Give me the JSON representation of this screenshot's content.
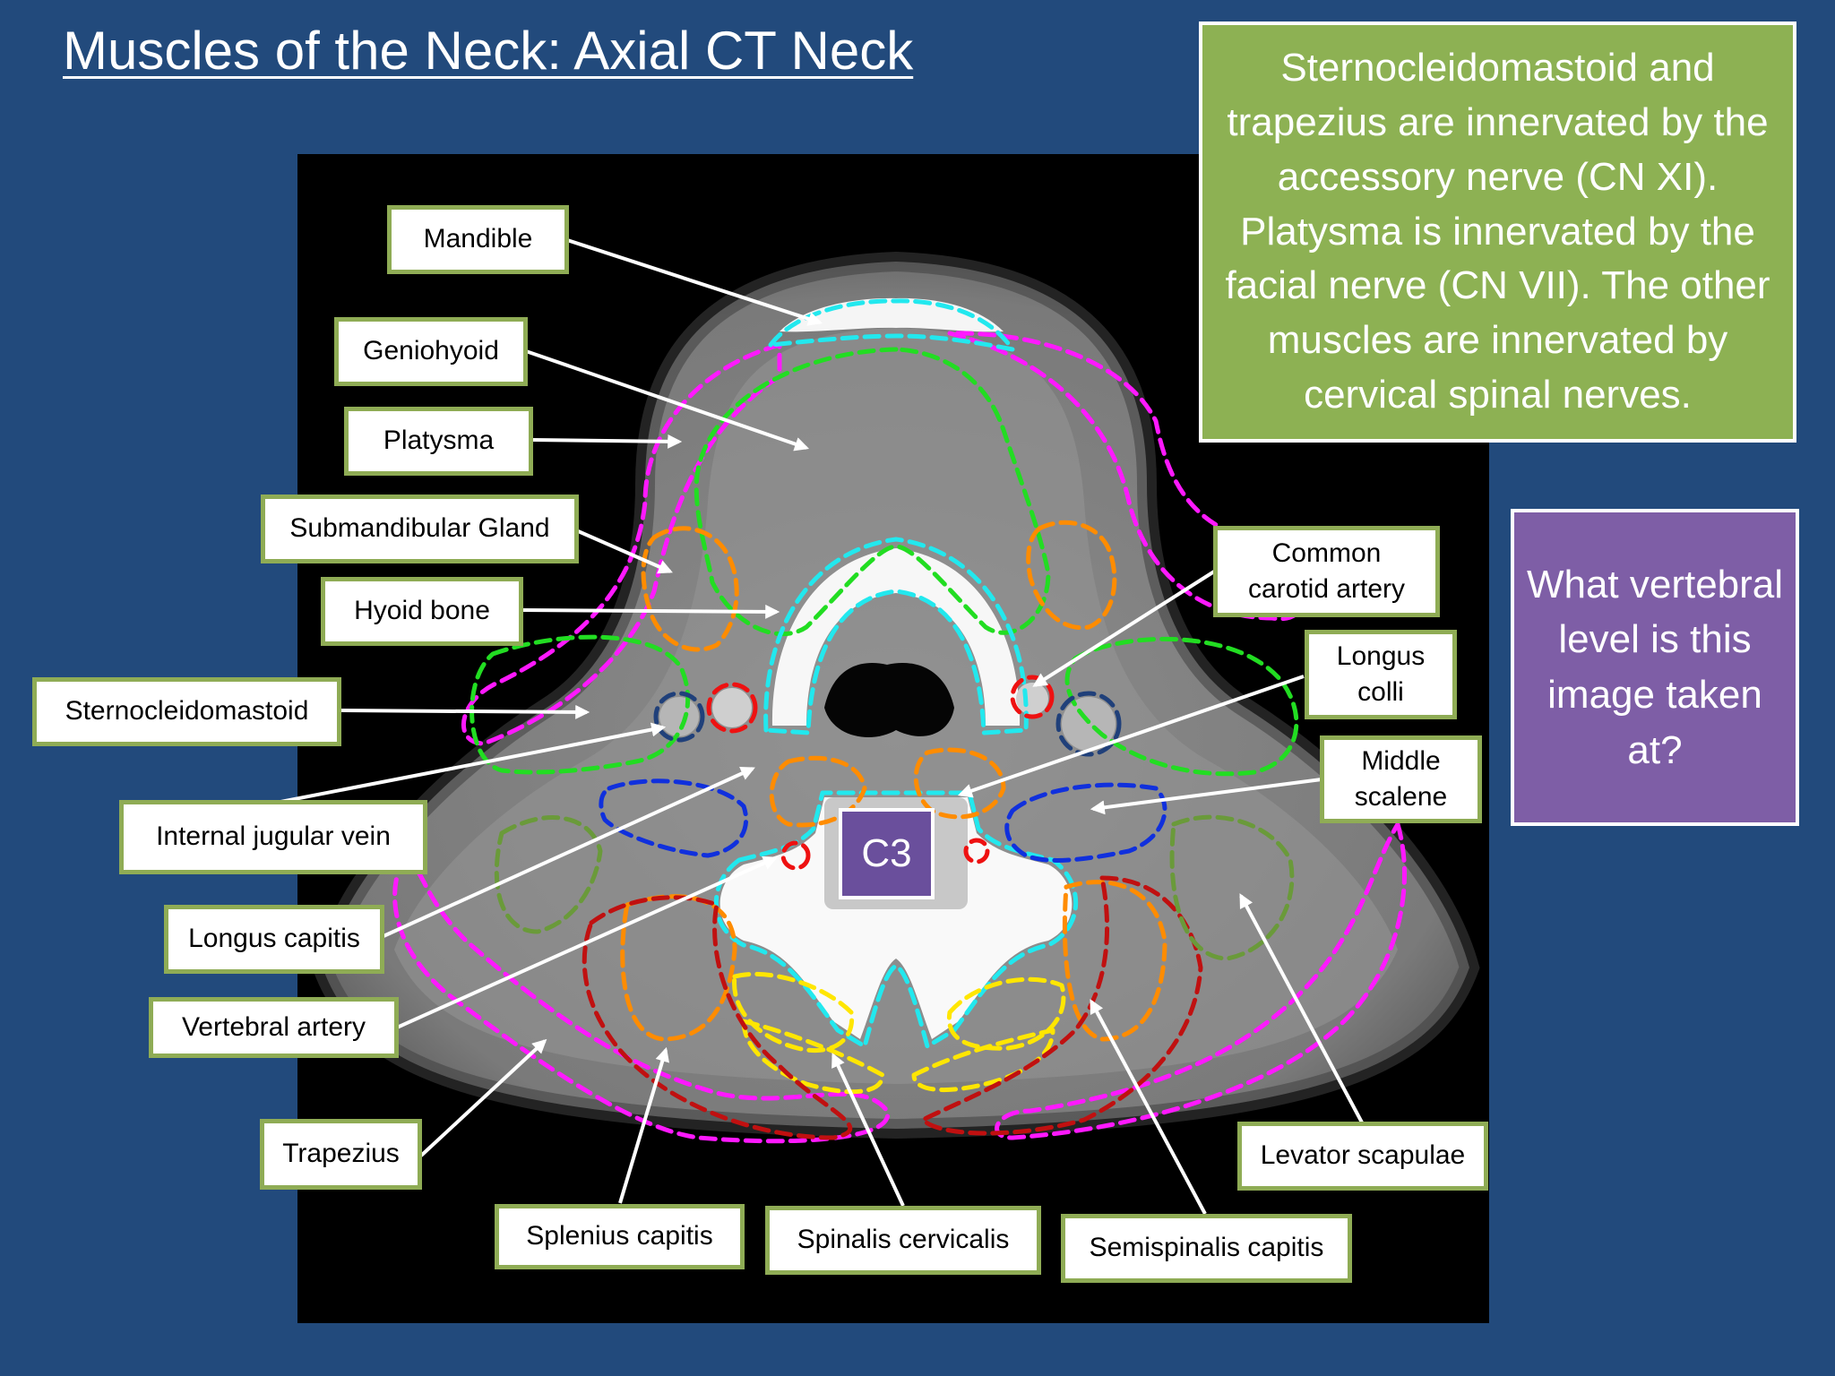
{
  "title": "Muscles of the Neck: Axial CT Neck",
  "info_text": "Sternocleidomastoid and trapezius are innervated by the accessory nerve (CN XI). Platysma is innervated by the facial nerve (CN VII). The other muscles are innervated by cervical spinal nerves.",
  "question_text": "What vertebral level is this image taken at?",
  "level_label": "C3",
  "labels": {
    "mandible": "Mandible",
    "geniohyoid": "Geniohyoid",
    "platysma": "Platysma",
    "submandibular_gland": "Submandibular Gland",
    "hyoid_bone": "Hyoid bone",
    "sternocleidomastoid": "Sternocleidomastoid",
    "internal_jugular_vein": "Internal jugular vein",
    "longus_capitis": "Longus capitis",
    "vertebral_artery": "Vertebral artery",
    "trapezius": "Trapezius",
    "splenius_capitis": "Splenius capitis",
    "spinalis_cervicalis": "Spinalis cervicalis",
    "semispinalis_capitis": "Semispinalis capitis",
    "levator_scapulae": "Levator scapulae",
    "middle_scalene": "Middle\nscalene",
    "longus_colli": "Longus\ncolli",
    "common_carotid_artery": "Common\ncarotid artery"
  },
  "colors": {
    "slide_background": "#224a7c",
    "info_box": "#8db153",
    "question_box": "#7e5ea6",
    "label_border": "#8fac55",
    "platysma_trapezius_outline": "#ff19ff",
    "muscle_outline_green": "#22dd22",
    "bone_outline_cyan": "#22e8ee",
    "gland_outline_orange": "#ff8c00",
    "artery_outline_red": "#ee1111",
    "scalene_outline_blue": "#1030dd",
    "vein_outline_navy": "#20407a",
    "levator_outline_olive": "#6a9a3a",
    "splenius_outline_darkred": "#c01010",
    "spinalis_outline_yellow": "#ffe600"
  }
}
